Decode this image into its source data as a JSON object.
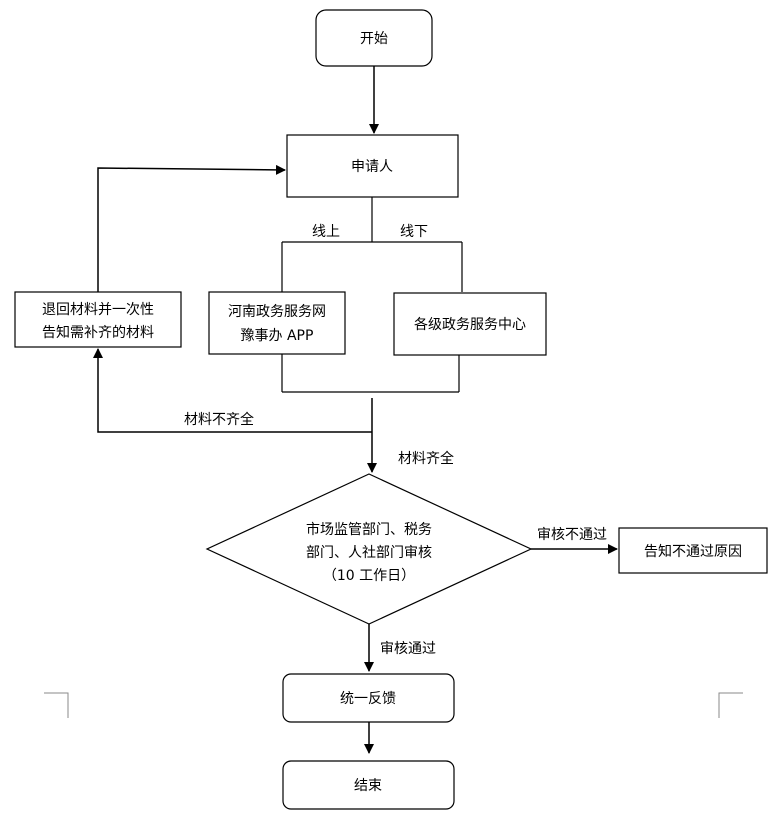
{
  "nodes": {
    "start": "开始",
    "applicant": "申请人",
    "online_platform": [
      "河南政务服务网",
      "豫事办 APP"
    ],
    "offline_center": "各级政务服务中心",
    "return_materials": [
      "退回材料并一次性",
      "告知需补齐的材料"
    ],
    "review": [
      "市场监管部门、税务",
      "部门、人社部门审核",
      "（10 工作日）"
    ],
    "notify_reject": "告知不通过原因",
    "unified_feedback": "统一反馈",
    "end": "结束"
  },
  "edge_labels": {
    "online": "线上",
    "offline": "线下",
    "materials_incomplete": "材料不齐全",
    "materials_complete": "材料齐全",
    "review_fail": "审核不通过",
    "review_pass": "审核通过"
  }
}
